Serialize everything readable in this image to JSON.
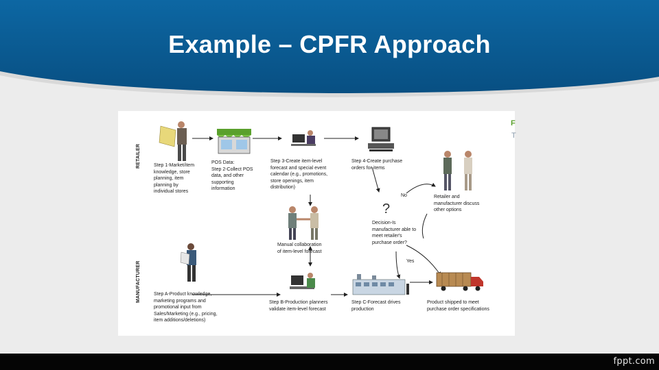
{
  "slide": {
    "title": "Example – CPFR Approach",
    "footer_brand": "fppt.com",
    "colors": {
      "header": "#0b5d94",
      "header_dark": "#084e80",
      "footer": "#050505",
      "background": "#ececec"
    }
  },
  "diagram": {
    "lanes": {
      "retailer": "RETAILER",
      "manufacturer": "MANUFACTURER"
    },
    "steps": {
      "step1": "Step 1-Market/item\nknowledge, store\nplanning, item\nplanning by\nindividual stores",
      "step2": "POS Data:\nStep 2-Collect POS\ndata, and other\nsupporting\ninformation",
      "step3": "Step 3-Create item-level\nforecast and special event\ncalendar (e.g., promotions,\nstore openings, item\ndistribution)",
      "step4": "Step 4-Create purchase\norders for items",
      "retailer_discuss": "Retailer and\nmanufacturer discuss\nother options",
      "decision": "Decision-Is\nmanufacturer able to\nmeet retailer's\npurchase order?",
      "collab": "Manual collaboration\nof item-level forecast",
      "stepA": "Step A-Product knowledge,\nmarketing programs and\npromotional input from\nSales/Marketing (e.g., pricing,\nitem additions/deletions)",
      "stepB": "Step B-Production planners\nvalidate item-level forecast",
      "stepC": "Step C-Forecast drives\nproduction",
      "shipped": "Product shipped to meet\npurchase order specifications"
    },
    "branches": {
      "no": "No",
      "yes": "Yes",
      "question": "?"
    },
    "edge_clip": {
      "top": "F",
      "bottom": "T"
    },
    "icons": [
      "person-reading-icon",
      "store-icon",
      "computer-user-icon",
      "computer-icon",
      "people-talking-icon",
      "handshake-icon",
      "worker-reading-icon",
      "planner-computer-icon",
      "factory-icon",
      "truck-icon"
    ]
  }
}
